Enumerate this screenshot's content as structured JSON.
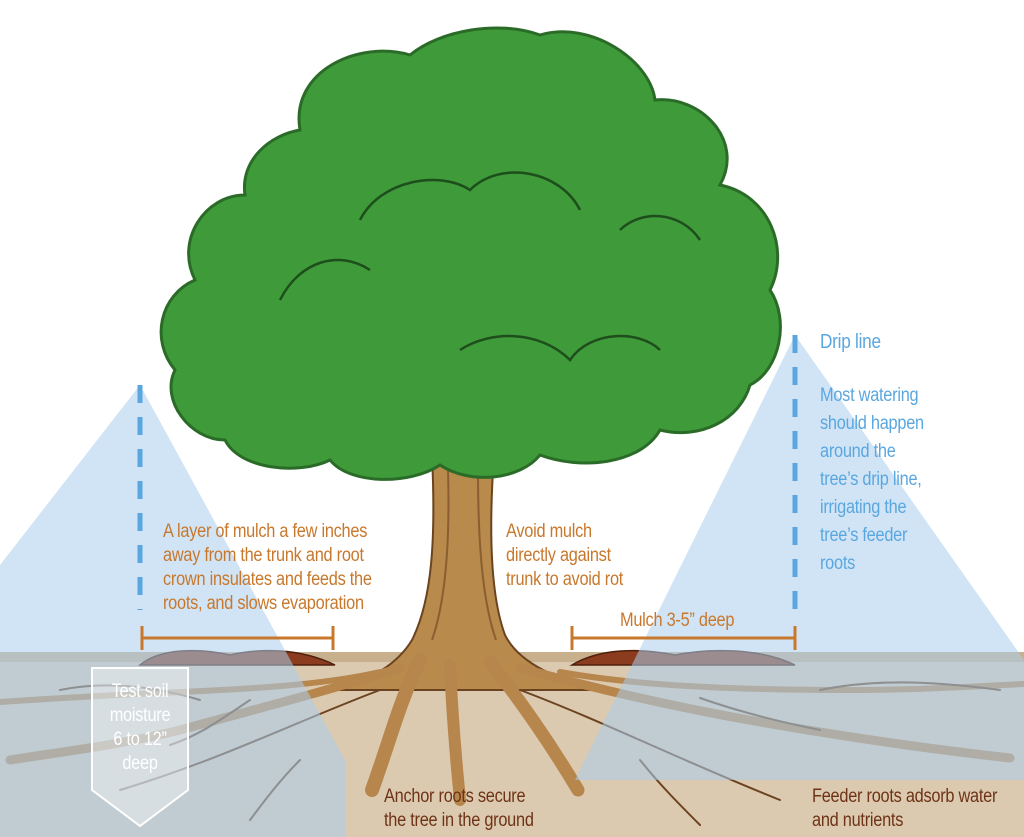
{
  "labels": {
    "mulch_layer": [
      "A layer of mulch a few inches",
      "away from the trunk and root",
      "crown insulates and feeds the",
      "roots, and slows evaporation"
    ],
    "avoid_mulch": [
      "Avoid mulch",
      "directly against",
      "trunk to avoid rot"
    ],
    "drip_line_title": "Drip line",
    "drip_line_body": [
      "Most watering",
      "should happen",
      "around the",
      "tree’s drip line,",
      "irrigating the",
      "tree’s feeder",
      "roots"
    ],
    "mulch_depth": "Mulch 3-5” deep",
    "test_soil": [
      "Test soil",
      "moisture",
      "6 to 12”",
      "deep"
    ],
    "anchor_roots": [
      "Anchor roots secure",
      "the tree in the ground"
    ],
    "feeder_roots": [
      "Feeder roots adsorb water",
      "and nutrients"
    ]
  },
  "colors": {
    "annotation_orange": "#c8782c",
    "drip_line_blue": "#5aa7df",
    "root_label_brown": "#6e3316",
    "canopy_green": "#3f9a3a",
    "trunk_tan": "#b7874a",
    "soil_tan": "#d9c4a7",
    "water_zone_blue": "#a9cdee"
  }
}
